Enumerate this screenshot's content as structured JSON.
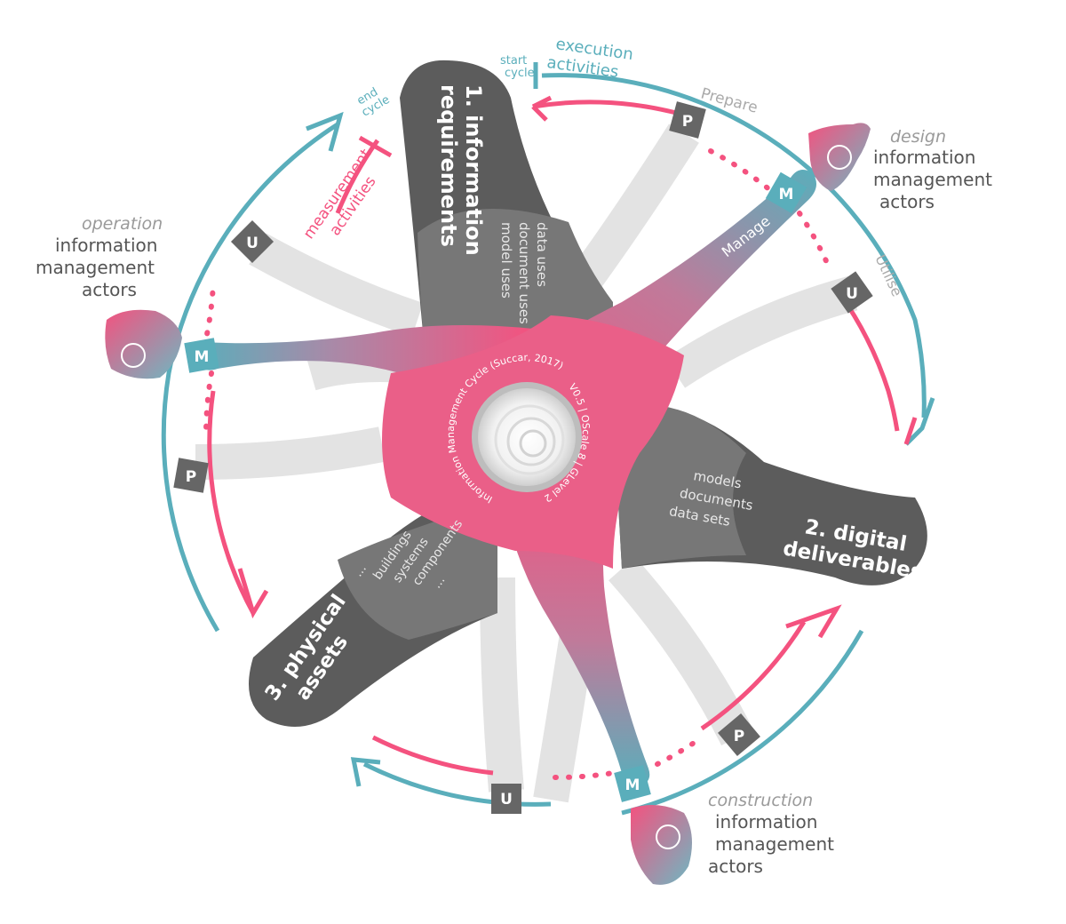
{
  "center": {
    "title_arc": "Information Management Cycle (Succar, 2017)",
    "version_arc": "V0.5 | OScale 8 | GLevel 2"
  },
  "blades": [
    {
      "name": "1. information requirements",
      "line1": "1. information",
      "line2": "requirements",
      "items": [
        "model uses",
        "document uses",
        "data uses"
      ]
    },
    {
      "name": "2. digital deliverables",
      "line1": "2. digital",
      "line2": "deliverables",
      "items": [
        "models",
        "documents",
        "data sets"
      ]
    },
    {
      "name": "3. physical assets",
      "line1": "3. physical",
      "line2": "assets",
      "items": [
        "...",
        "buildings",
        "systems",
        "components",
        "..."
      ]
    }
  ],
  "actors": [
    {
      "phase": "design",
      "line1": "information",
      "line2": "management",
      "line3": "actors"
    },
    {
      "phase": "operation",
      "line1": "information",
      "line2": "management",
      "line3": "actors"
    },
    {
      "phase": "construction",
      "line1": "information",
      "line2": "management",
      "line3": "actors"
    }
  ],
  "cycle_labels": {
    "start": [
      "start",
      "cycle"
    ],
    "end": [
      "end",
      "cycle"
    ],
    "execution": [
      "execution",
      "activities"
    ],
    "measurement": [
      "measurement",
      "activities"
    ]
  },
  "activities": {
    "prepare": "Prepare",
    "manage": "Manage",
    "utilise": "Utilise"
  },
  "badges": {
    "p": "P",
    "m": "M",
    "u": "U"
  },
  "colors": {
    "teal": "#5aaebb",
    "pink": "#f4527f",
    "dark_grey": "#666666",
    "light_grey": "#e3e3e3"
  }
}
